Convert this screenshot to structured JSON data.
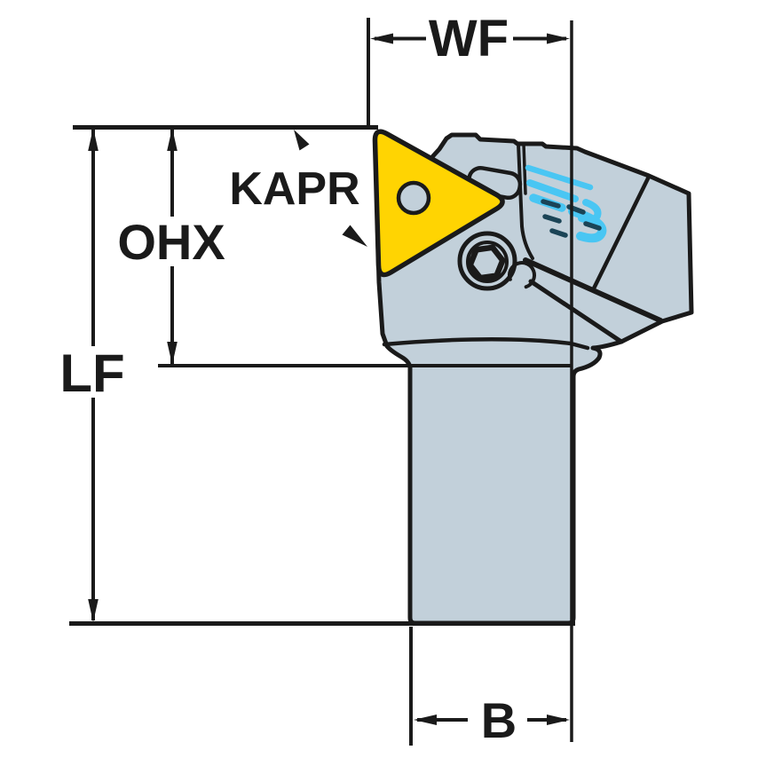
{
  "diagram": {
    "kind": "technical-dimension-drawing",
    "subject": "turning-tool-holder-side-view",
    "labels": {
      "wf": "WF",
      "kapr": "KAPR",
      "ohx": "OHX",
      "lf": "LF",
      "b": "B"
    },
    "colors": {
      "background": "#ffffff",
      "outline": "#1a1a1a",
      "body_gray": "#c2d0da",
      "insert_yellow": "#ffd402",
      "chip_cyan": "#49c6f3",
      "chip_dark": "#1b4456"
    }
  }
}
